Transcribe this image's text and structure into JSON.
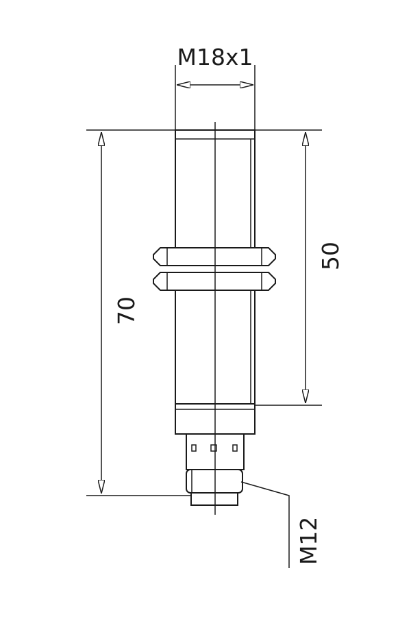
{
  "dimensions": {
    "thread": "M18x1",
    "overall_length": "70",
    "thread_length": "50",
    "connector": "M12"
  }
}
